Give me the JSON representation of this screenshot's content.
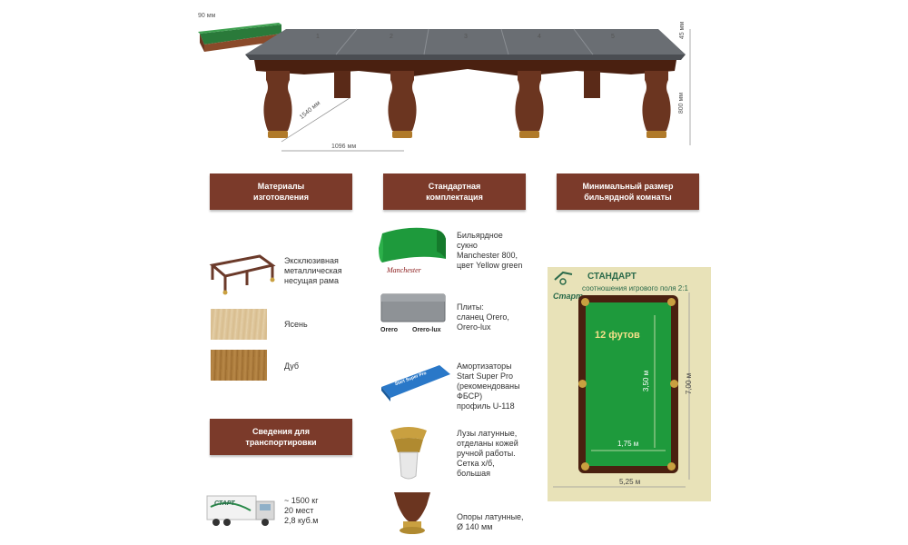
{
  "dimensions": {
    "rail_width": "90 мм",
    "board_thickness": "45 мм",
    "height": "800 мм",
    "leg_depth": "1540 мм",
    "leg_spacing": "1096 мм",
    "slate_numbers": [
      "1",
      "2",
      "3",
      "4",
      "5"
    ]
  },
  "sections": {
    "materials": {
      "title_line1": "Материалы",
      "title_line2": "изготовления"
    },
    "standard": {
      "title_line1": "Стандартная",
      "title_line2": "комплектация"
    },
    "room": {
      "title_line1": "Минимальный размер",
      "title_line2": "бильярдной комнаты"
    },
    "transport": {
      "title_line1": "Сведения для",
      "title_line2": "транспортировки"
    }
  },
  "materials": {
    "frame": [
      "Эксклюзивная",
      "металлическая",
      "несущая рама"
    ],
    "ash": "Ясень",
    "oak": "Дуб"
  },
  "transport": {
    "lines": [
      "~ 1500 кг",
      "20 мест",
      "2,8 куб.м"
    ],
    "truck_logo": "СТАРТ"
  },
  "standard_items": {
    "cloth": [
      "Бильярдное",
      "сукно",
      "Manchester 800,",
      "цвет Yellow green"
    ],
    "cloth_logo": "Manchester",
    "slates": [
      "Плиты:",
      "сланец Orero,",
      "Orero-lux"
    ],
    "slate_logos": [
      "Orero",
      "Orero-lux"
    ],
    "cushions": [
      "Амортизаторы",
      "Start Super Pro",
      "(рекомендованы",
      "ФБСР)",
      "профиль U-118"
    ],
    "cushion_logo": "Start Super Pro",
    "pockets": [
      "Лузы латунные,",
      "отделаны кожей",
      "ручной работы.",
      "Сетка х/б,",
      "большая"
    ],
    "legs": [
      "Опоры латунные,",
      "Ø 140 мм"
    ]
  },
  "room": {
    "brand": "Старт",
    "standard": "СТАНДАРТ",
    "ratio": "соотношения игрового поля 2:1",
    "size": "12 футов",
    "inner_height": "3,50 м",
    "inner_width": "1,75 м",
    "outer_height": "7,00 м",
    "outer_width": "5,25 м"
  },
  "colors": {
    "header_brown": "#7b3a2a",
    "cloth_green": "#1e9a3c",
    "room_bg": "#e8e2b8",
    "wood": "#6b3520"
  }
}
